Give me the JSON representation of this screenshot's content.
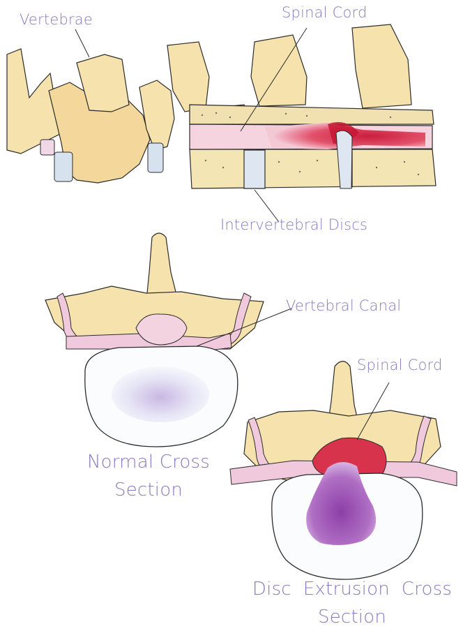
{
  "labels": {
    "vertebrae": "Vertebrae",
    "spinal_cord_top": "Spinal Cord",
    "intervertebral_discs": "Intervertebral Discs",
    "vertebral_canal": "Vertebral Canal",
    "spinal_cord_bottom": "Spinal Cord",
    "normal_cross_section_line1": "Normal Cross",
    "normal_cross_section_line2": "Section",
    "disc_extrusion_line1": "Disc  Extrusion  Cross",
    "disc_extrusion_line2": "Section"
  },
  "colors": {
    "label_text": "#8a79c0",
    "bone_fill": "#f6e2ad",
    "bone_shade": "#efc98e",
    "disc_fill": "#d6e3ef",
    "cord_normal": "#f3d3e0",
    "cord_inflamed": "#d8334c",
    "disc_extruded": "#a463b6",
    "nerve": "#f1c9dc",
    "outline": "#2b2b2b"
  }
}
